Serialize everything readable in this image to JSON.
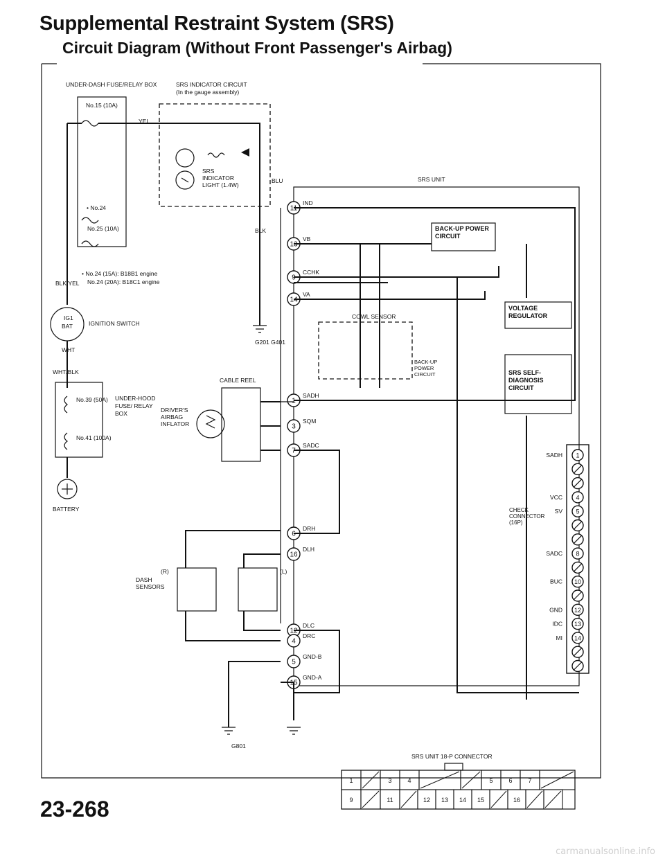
{
  "page": {
    "title": "Supplemental Restraint System (SRS)",
    "subtitle": "Circuit Diagram (Without Front Passenger's Airbag)",
    "page_number": "23-268",
    "watermark": "carmanualsonline.info"
  },
  "left": {
    "fuse_box": "UNDER-DASH FUSE/RELAY BOX",
    "fuse15": "No.15 (10A)",
    "fuse24": "• No.24",
    "fuse25": "No.25 (10A)",
    "fuse_note1": "• No.24 (15A): B18B1 engine",
    "fuse_note2": "No.24 (20A): B18C1 engine",
    "wire_yel": "YEL",
    "wire_blkyel": "BLK/YEL",
    "ig1": "IG1",
    "bat": "BAT",
    "ign_switch": "IGNITION SWITCH",
    "wire_wht": "WHT",
    "wire_whtblk": "WHT/BLK",
    "fuse39": "No.39 (50A)",
    "fuse41": "No.41 (100A)",
    "hood_box": "UNDER-HOOD FUSE/ RELAY BOX",
    "battery": "BATTERY"
  },
  "indicator": {
    "circuit": "SRS INDICATOR CIRCUIT",
    "circuit_note": "(In the gauge assembly)",
    "lamp": "SRS INDICATOR LIGHT (1.4W)",
    "wire_blu": "BLU",
    "wire_blk": "BLK",
    "ground": "G201 G401"
  },
  "srs_unit": {
    "name": "SRS UNIT",
    "backup_power": "BACK-UP POWER CIRCUIT",
    "cowl_sensor": "COWL SENSOR",
    "backup_power_small": "BACK-UP POWER CIRCUIT",
    "voltage_regulator": "VOLTAGE REGULATOR",
    "self_diag": "SRS SELF-DIAGNOSIS CIRCUIT",
    "signals": [
      "IND",
      "VB",
      "CCHK",
      "VA",
      "SADH",
      "SQM",
      "SADC",
      "DRH",
      "DLH",
      "DLC",
      "DRC",
      "GND-B",
      "GND-A"
    ],
    "pins": [
      "11",
      "13",
      "9",
      "14",
      "1",
      "3",
      "7",
      "6",
      "16",
      "12",
      "4",
      "5",
      "15"
    ]
  },
  "airbag": {
    "cable_reel": "CABLE REEL",
    "inflator": "DRIVER'S AIRBAG INFLATOR",
    "dash_sensors": "DASH SENSORS",
    "r": "(R)",
    "l": "(L)",
    "ground": "G801"
  },
  "check_connector": {
    "name": "CHECK CONNECTOR (16P)",
    "labels": [
      "SADH",
      "VCC",
      "SV",
      "SADC",
      "BUC",
      "GND",
      "IDC",
      "MI"
    ],
    "pins": [
      "1",
      "",
      "",
      "4",
      "5",
      "",
      "",
      "8",
      "",
      "10",
      "",
      "12",
      "13",
      "14",
      "",
      ""
    ]
  },
  "connector": {
    "title": "SRS UNIT 18-P CONNECTOR",
    "row1": [
      "1",
      "",
      "3",
      "4",
      "",
      "",
      "5",
      "6",
      "7",
      ""
    ],
    "row2": [
      "9",
      "",
      "11",
      "",
      "12",
      "13",
      "14",
      "15",
      "",
      "16",
      "",
      ""
    ]
  }
}
